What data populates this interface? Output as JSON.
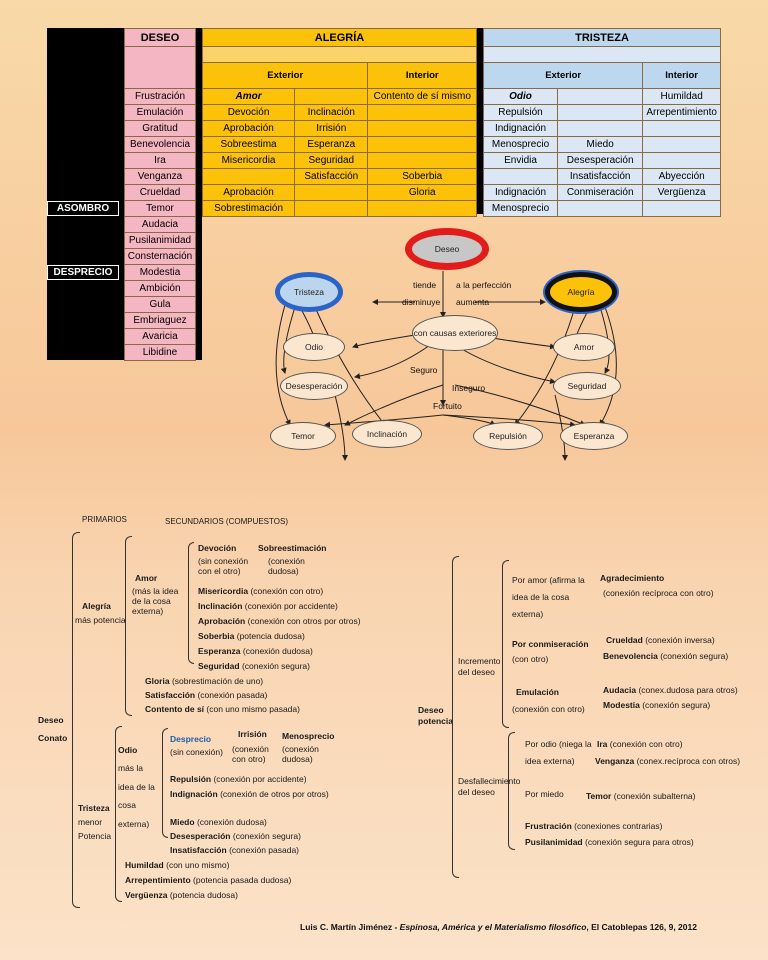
{
  "left_table": {
    "header": "DESEO",
    "rows": [
      "Frustración",
      "Emulación",
      "Gratitud",
      "Benevolencia",
      "Ira",
      "Venganza",
      "Crueldad",
      "Temor",
      "Audacia",
      "Pusilanimidad",
      "Consternación",
      "Modestia",
      "Ambición",
      "Gula",
      "Embriaguez",
      "Avaricia",
      "Libidine"
    ],
    "side_labels": {
      "asombro": "ASOMBRO",
      "desprecio": "DESPRECIO"
    }
  },
  "alegria": {
    "header": "ALEGRÍA",
    "exterior": "Exterior",
    "interior": "Interior",
    "rows": [
      [
        "Amor",
        "",
        "Contento de sí mismo"
      ],
      [
        "Devoción",
        "Inclinación",
        ""
      ],
      [
        "Aprobación",
        "Irrisión",
        ""
      ],
      [
        "Sobreestima",
        "Esperanza",
        ""
      ],
      [
        "Misericordia",
        "Seguridad",
        ""
      ],
      [
        "",
        "Satisfacción",
        "Soberbia"
      ],
      [
        "Aprobación",
        "",
        "Gloria"
      ],
      [
        "Sobrestimación",
        "",
        ""
      ]
    ]
  },
  "tristeza": {
    "header": "TRISTEZA",
    "exterior": "Exterior",
    "interior": "Interior",
    "rows": [
      [
        "Odio",
        "",
        "Humildad"
      ],
      [
        "Repulsión",
        "",
        "Arrepentimiento"
      ],
      [
        "Indignación",
        "",
        ""
      ],
      [
        "Menosprecio",
        "Miedo",
        ""
      ],
      [
        "Envidia",
        "Desesperación",
        ""
      ],
      [
        "",
        "Insatisfacción",
        "Abyección"
      ],
      [
        "Indignación",
        "Conmiseración",
        "Vergüenza"
      ],
      [
        "Menosprecio",
        "",
        ""
      ]
    ]
  },
  "diagram": {
    "deseo": "Deseo",
    "tristeza": "Tristeza",
    "alegria": "Alegría",
    "tiende": "tiende",
    "perfeccion": "a la perfección",
    "disminuye": "disminuye",
    "aumenta": "aumenta",
    "causas": "con causas exteriores",
    "odio": "Odio",
    "amor": "Amor",
    "desesperacion": "Desesperación",
    "seguridad": "Seguridad",
    "seguro": "Seguro",
    "inseguro": "Inseguro",
    "fortuito": "Fortuito",
    "temor": "Temor",
    "inclinacion": "Inclinación",
    "repulsion": "Repulsión",
    "esperanza": "Esperanza"
  },
  "tree": {
    "primarios": "PRIMARIOS",
    "secundarios": "SECUNDARIOS (COMPUESTOS)",
    "deseo": "Deseo",
    "conato": "Conato",
    "alegria": "Alegría",
    "mas_potencia": "más potencia",
    "tristeza": "Tristeza",
    "menor": "menor",
    "potencia": "Potencia",
    "amor": "Amor",
    "amor_def": "(más la idea de la cosa externa)",
    "devocion": "Devoción",
    "devocion_def": "(sin conexión con el otro)",
    "sobreestimacion": "Sobreestimación",
    "sobre_def": "(conexión dudosa)",
    "misericordia": "Misericordia",
    "misericordia_def": "(conexión con otro)",
    "inclinacion": "Inclinación",
    "inclinacion_def": "(conexión por accidente)",
    "aprobacion": "Aprobación",
    "aprobacion_def": "(conexión con otros por otros)",
    "soberbia": "Soberbia",
    "soberbia_def": "(potencia dudosa)",
    "esperanza": "Esperanza",
    "esperanza_def": "(conexión dudosa)",
    "seguridad": "Seguridad",
    "seguridad_def": "(conexión segura)",
    "gloria": "Gloria",
    "gloria_def": "(sobrestimación de uno)",
    "satisfaccion": "Satisfacción",
    "satisfaccion_def": "(conexión pasada)",
    "contento": "Contento de sí",
    "contento_def": "(con uno mismo pasada)",
    "odio": "Odio",
    "odio_def": "más la idea de la cosa externa)",
    "desprecio": "Desprecio",
    "desprecio_def": "(sin conexión)",
    "irrision": "Irrisión",
    "irrision_def": "(conexión con otro)",
    "menosprecio": "Menosprecio",
    "menosprecio_def": "(conexión dudosa)",
    "repulsion": "Repulsión",
    "repulsion_def": "(conexión por accidente)",
    "indignacion": "Indignación",
    "indignacion_def": "(conexión de otros por otros)",
    "miedo": "Miedo",
    "miedo_def": "(conexión dudosa)",
    "desesperacion": "Desesperación",
    "desesperacion_def": "(conexión segura)",
    "insatisfaccion": "Insatisfacción",
    "insatisfaccion_def": "(conexión pasada)",
    "humildad": "Humildad",
    "humildad_def": "(con uno mismo)",
    "arrepentimiento": "Arrepentimiento",
    "arrepentimiento_def": "(potencia pasada dudosa)",
    "verguenza": "Vergüenza",
    "verguenza_def": "(potencia dudosa)",
    "deseo_potencia": "Deseo potencia",
    "incremento": "Incremento del deseo",
    "desfallecimiento": "Desfallecimiento del deseo",
    "por_amor": "Por amor (afirma la idea de la cosa externa)",
    "agradecimiento": "Agradecimiento",
    "agradecimiento_def": "(conexión recíproca con otro)",
    "por_conmiseracion": "Por conmiseración",
    "con_otro": "(con otro)",
    "crueldad": "Crueldad",
    "crueldad_def": "(conexión inversa)",
    "benevolencia": "Benevolencia",
    "benevolencia_def": "(conexión segura)",
    "emulacion": "Emulación",
    "emulacion_def": "(conexión con otro)",
    "audacia": "Audacia",
    "audacia_def": "(conex.dudosa para otros)",
    "modestia": "Modestia",
    "modestia_def": "(conexión segura)",
    "por_odio": "Por odio (niega la idea externa)",
    "ira": "Ira",
    "ira_def": "(conexión con otro)",
    "venganza": "Venganza",
    "venganza_def": "(conex.recíproca con otros)",
    "por_miedo": "Por miedo",
    "temor": "Temor",
    "temor_def": "(conexión subalterna)",
    "frustracion": "Frustración",
    "frustracion_def": "(conexiones contrarias)",
    "pusilanimidad": "Pusilanimidad",
    "pusilanimidad_def": "(conexión segura para otros)"
  },
  "footer": {
    "author": "Luis C. Martín Jiménez - ",
    "work": "Espinosa, América y el Materialismo filosófico",
    "source": ", El Catoblepas 126, 9, 2012"
  }
}
